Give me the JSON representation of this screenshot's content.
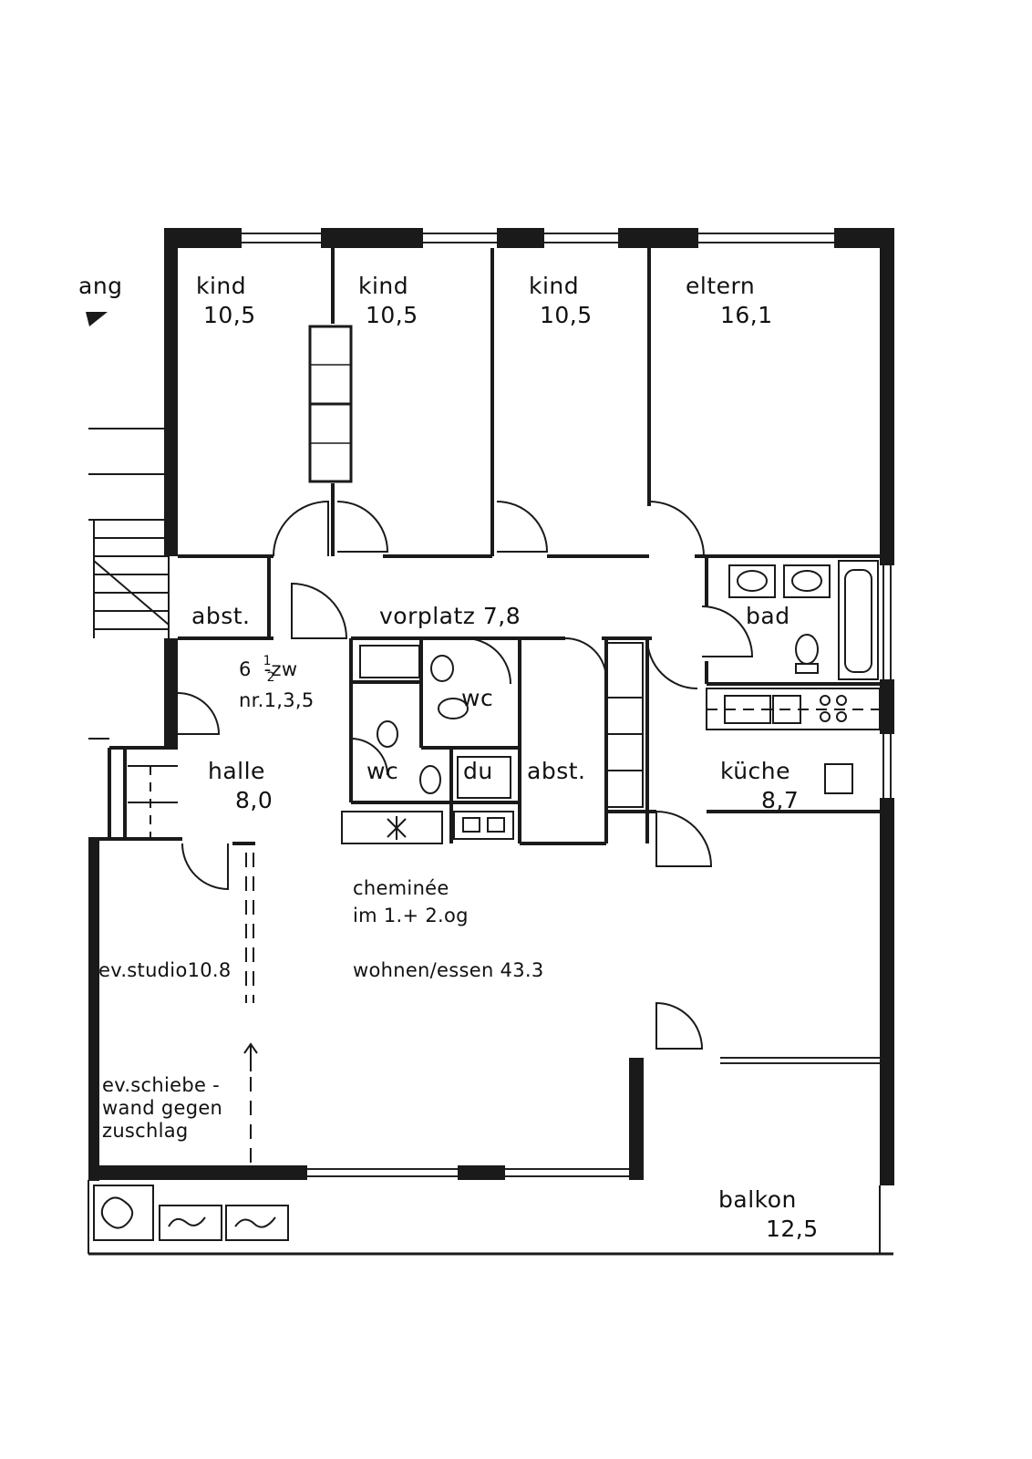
{
  "rooms": {
    "eingang": {
      "name": "ang"
    },
    "kind1": {
      "name": "kind",
      "area": "10,5"
    },
    "kind2": {
      "name": "kind",
      "area": "10,5"
    },
    "kind3": {
      "name": "kind",
      "area": "10,5"
    },
    "eltern": {
      "name": "eltern",
      "area": "16,1"
    },
    "abst_left": {
      "name": "abst."
    },
    "vorplatz": {
      "name": "vorplatz 7,8"
    },
    "bad": {
      "name": "bad"
    },
    "apt_type": {
      "whole": "6",
      "num": "1",
      "den": "2",
      "suffix": "-zw",
      "numbers": "nr.1,3,5"
    },
    "wc_upper": {
      "name": "wc"
    },
    "wc_lower": {
      "name": "wc"
    },
    "du": {
      "name": "du"
    },
    "abst_center": {
      "name": "abst."
    },
    "halle": {
      "name": "halle",
      "area": "8,0"
    },
    "kueche": {
      "name": "küche",
      "area": "8,7"
    },
    "cheminee": {
      "line1": "cheminée",
      "line2": "im 1.+ 2.og"
    },
    "studio": {
      "name": "ev.studio10.8"
    },
    "wohnen": {
      "name": "wohnen/essen 43.3"
    },
    "schiebewand": {
      "line1": "ev.schiebe -",
      "line2": "wand gegen",
      "line3": "zuschlag"
    },
    "balkon": {
      "name": "balkon",
      "area": "12,5"
    }
  }
}
